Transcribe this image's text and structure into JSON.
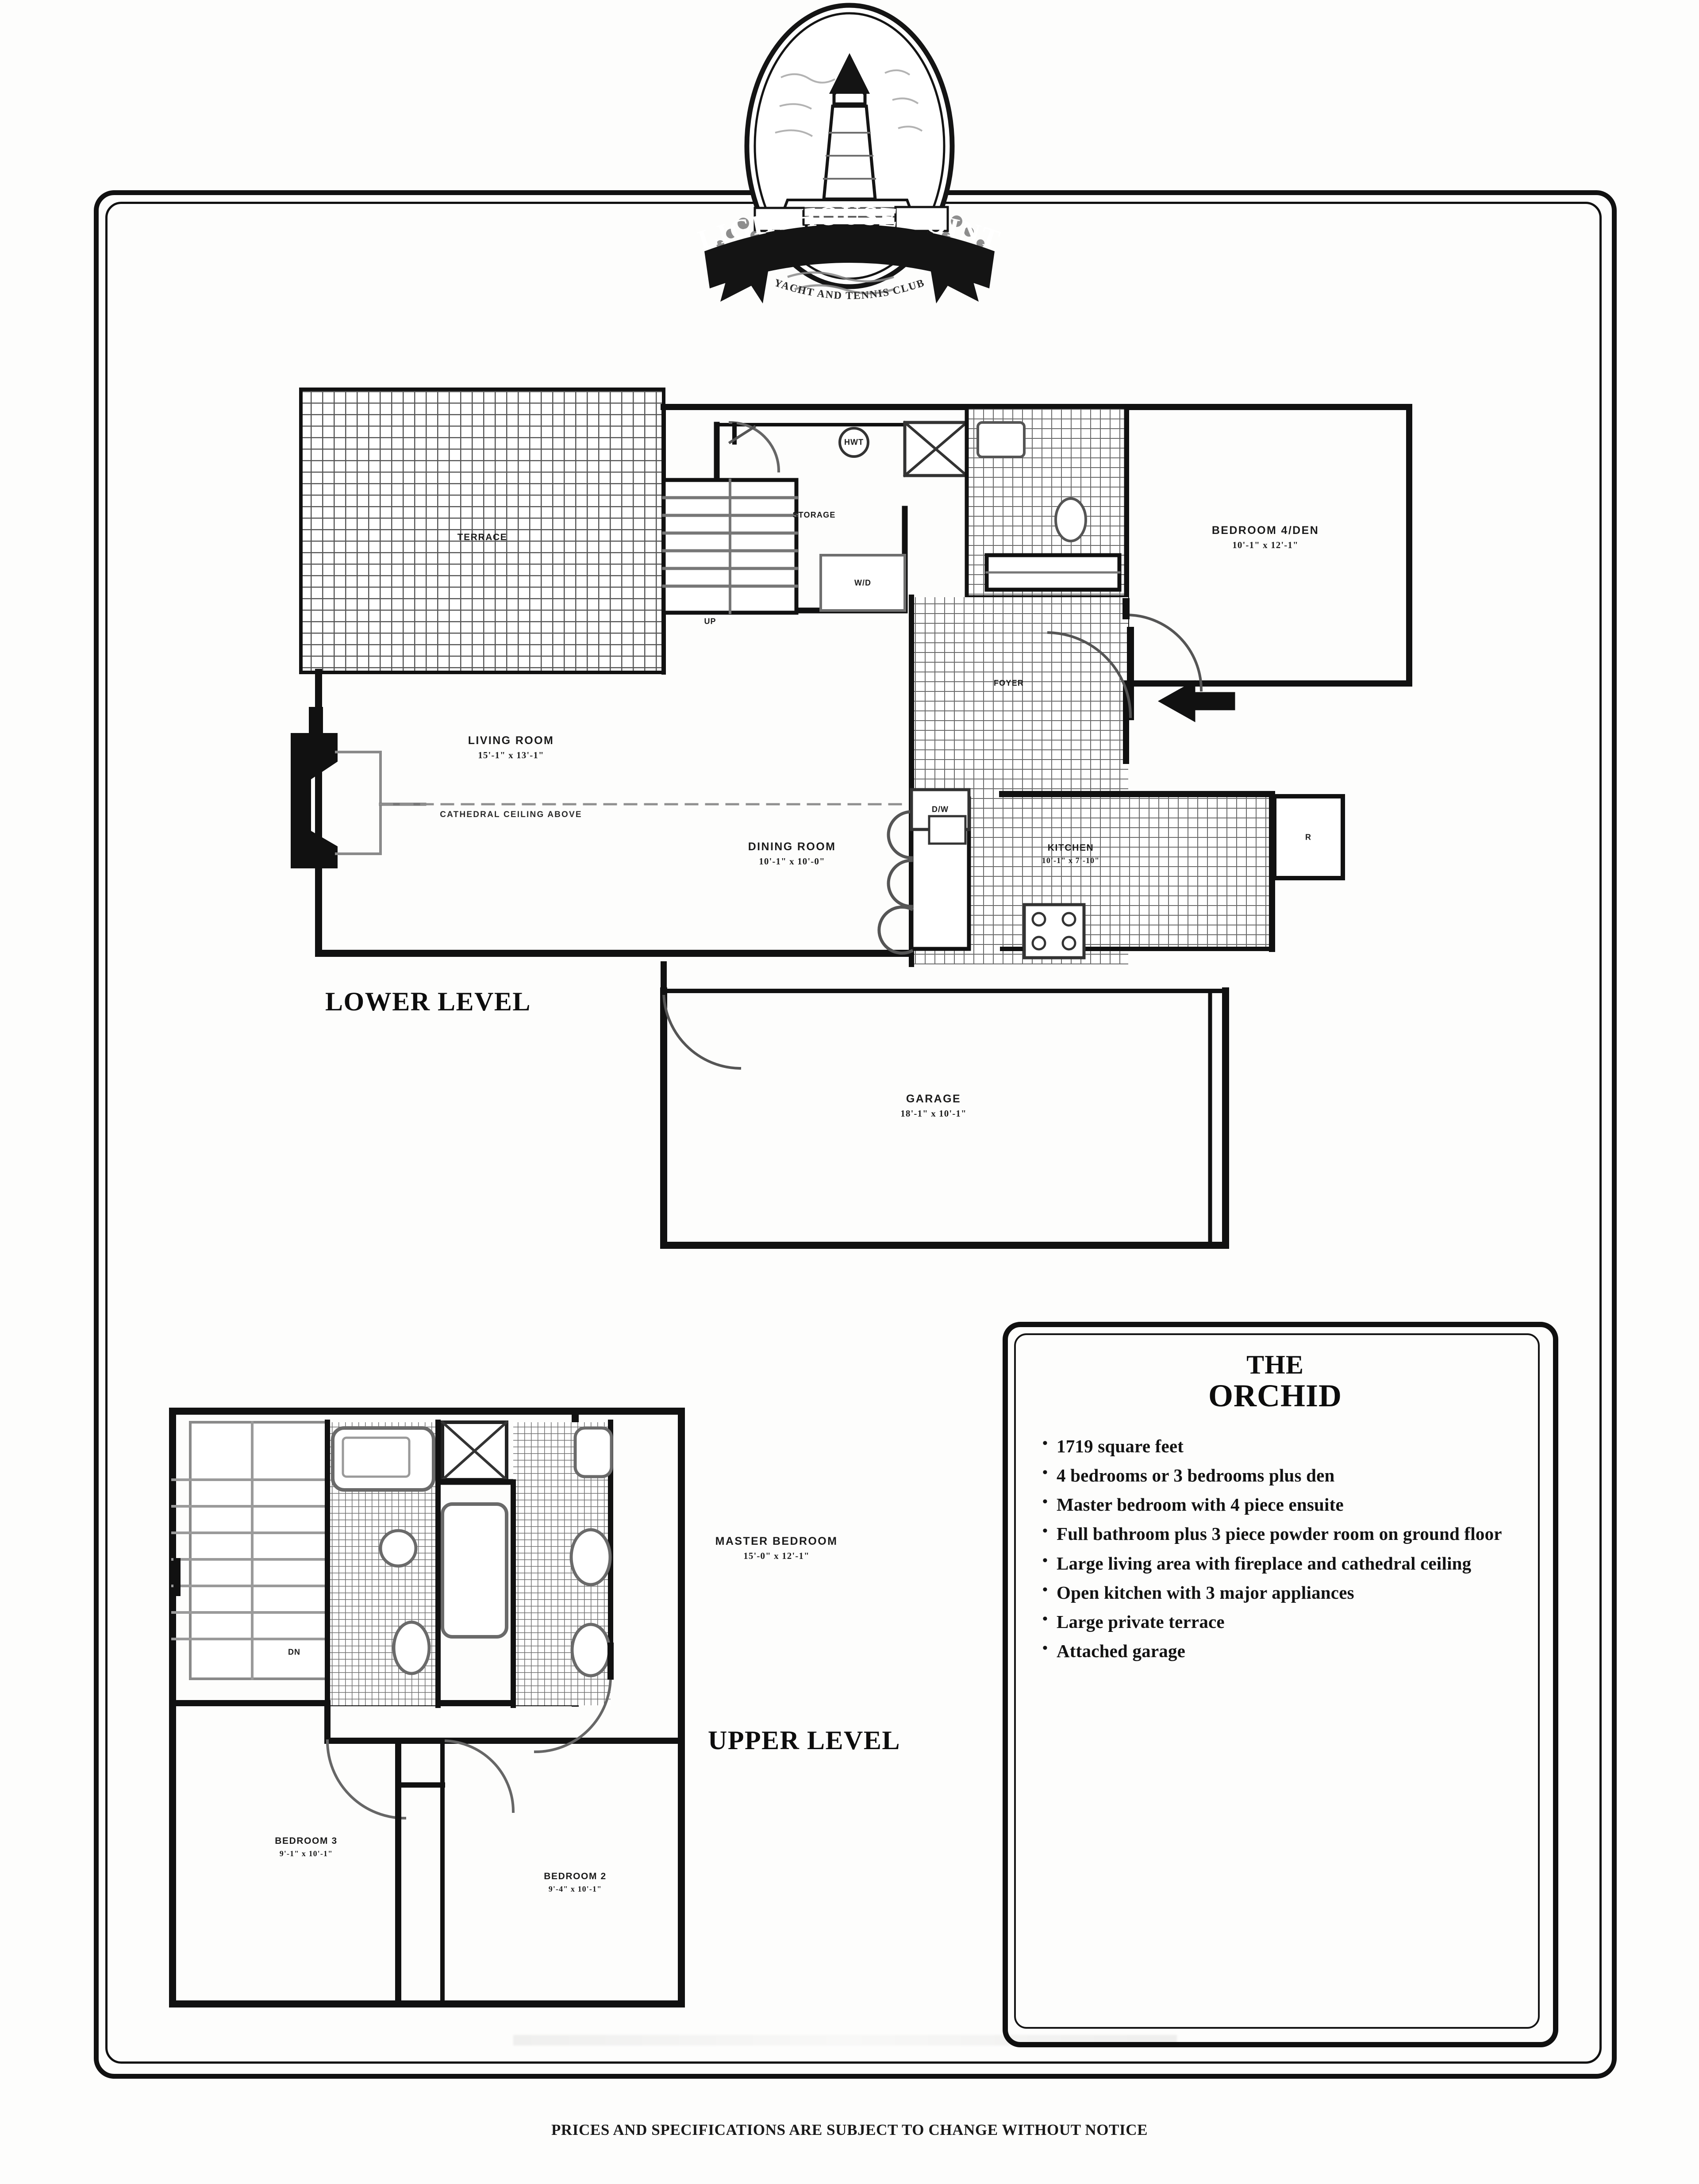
{
  "brand": {
    "name": "LIGHTHOUSE POINT",
    "subtitle": "YACHT AND TENNIS CLUB",
    "logo_icon": "lighthouse-crest-icon"
  },
  "levels": {
    "lower": {
      "title": "LOWER LEVEL"
    },
    "upper": {
      "title": "UPPER LEVEL"
    }
  },
  "lower_rooms": [
    {
      "id": "terrace",
      "name": "TERRACE",
      "dim": ""
    },
    {
      "id": "storage",
      "name": "STORAGE",
      "dim": ""
    },
    {
      "id": "bedroom4den",
      "name": "BEDROOM 4/DEN",
      "dim": "10'-1\" x 12'-1\""
    },
    {
      "id": "living_room",
      "name": "LIVING ROOM",
      "dim": "15'-1\" x 13'-1\""
    },
    {
      "id": "dining_room",
      "name": "DINING ROOM",
      "dim": "10'-1\" x 10'-0\""
    },
    {
      "id": "kitchen",
      "name": "KITCHEN",
      "dim": "10'-1\" x 7'-10\""
    },
    {
      "id": "foyer",
      "name": "FOYER",
      "dim": ""
    },
    {
      "id": "garage",
      "name": "GARAGE",
      "dim": "18'-1\" x 10'-1\""
    }
  ],
  "upper_rooms": [
    {
      "id": "master_bedroom",
      "name": "MASTER BEDROOM",
      "dim": "15'-0\" x 12'-1\""
    },
    {
      "id": "bedroom3",
      "name": "BEDROOM 3",
      "dim": "9'-1\" x 10'-1\""
    },
    {
      "id": "bedroom2",
      "name": "BEDROOM 2",
      "dim": "9'-4\" x 10'-1\""
    }
  ],
  "annotations": {
    "cathedral": "CATHEDRAL CEILING ABOVE",
    "stair_up": "UP",
    "stair_down": "DN",
    "washer_dryer": "W/D",
    "refrigerator": "R",
    "dishwasher": "D/W",
    "hot_water": "HWT",
    "entry_arrow_icon": "entry-arrow-icon"
  },
  "info_box": {
    "title_line1": "THE",
    "title_line2": "ORCHID",
    "features": [
      "1719 square feet",
      "4 bedrooms or 3 bedrooms plus den",
      "Master bedroom with 4 piece ensuite",
      "Full bathroom plus 3 piece powder room on ground floor",
      "Large living area with fireplace and cathedral ceiling",
      "Open kitchen with 3 major appliances",
      "Large private terrace",
      "Attached garage"
    ]
  },
  "footer": {
    "disclaimer": "PRICES AND SPECIFICATIONS ARE SUBJECT TO CHANGE WITHOUT NOTICE"
  },
  "colors": {
    "ink": "#111111",
    "paper": "#fdfdfc",
    "hatch": "#6f6f6f"
  }
}
